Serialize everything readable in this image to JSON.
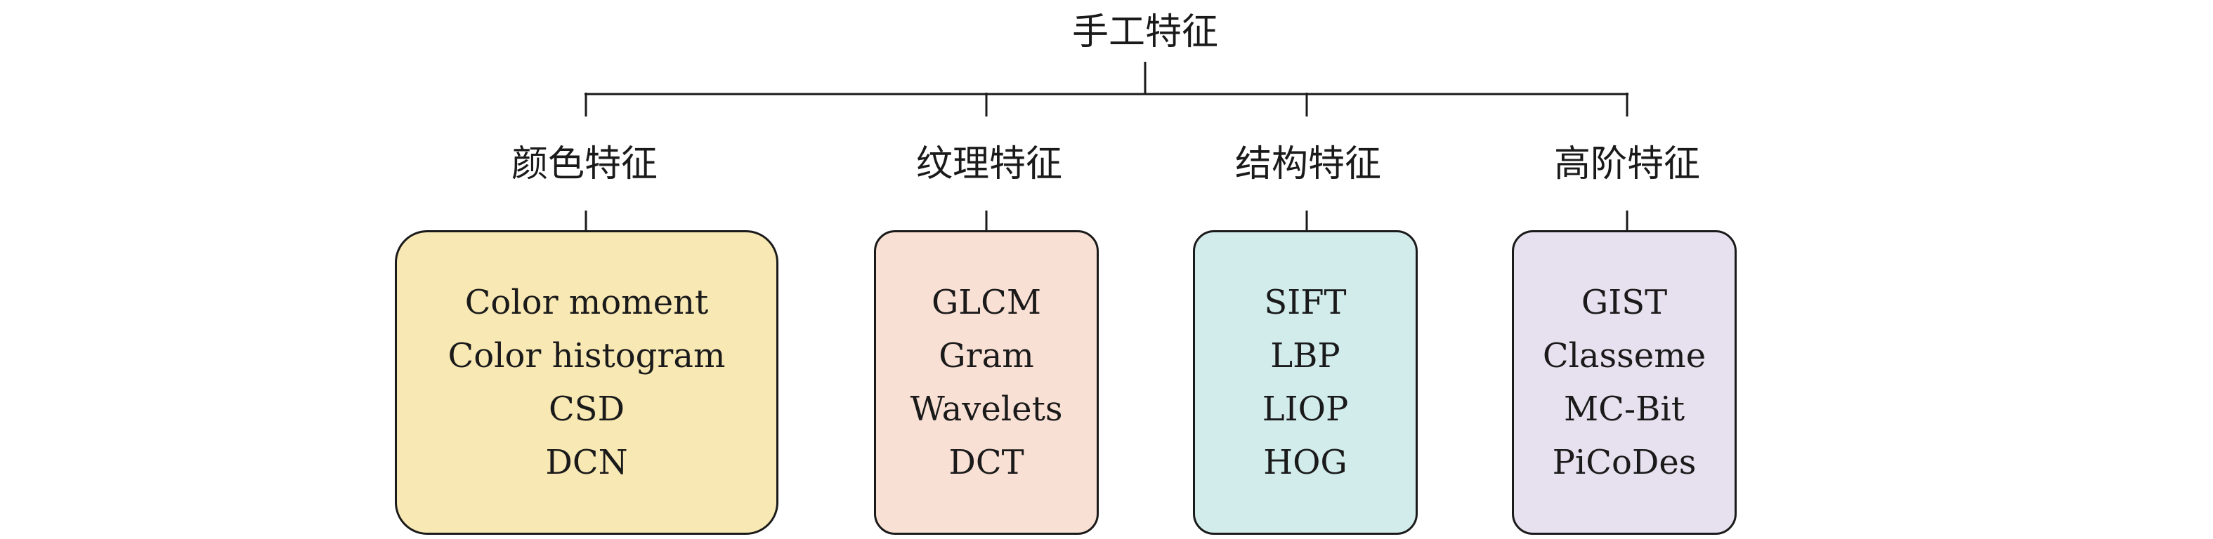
{
  "root": {
    "label": "手工特征"
  },
  "categories": [
    {
      "label": "颜色特征",
      "items": [
        "Color moment",
        "Color histogram",
        "CSD",
        "DCN"
      ],
      "color": "#f8e8b4"
    },
    {
      "label": "纹理特征",
      "items": [
        "GLCM",
        "Gram",
        "Wavelets",
        "DCT"
      ],
      "color": "#f9e0d4"
    },
    {
      "label": "结构特征",
      "items": [
        "SIFT",
        "LBP",
        "LIOP",
        "HOG"
      ],
      "color": "#d2ecec"
    },
    {
      "label": "高阶特征",
      "items": [
        "GIST",
        "Classeme",
        "MC-Bit",
        "PiCoDes"
      ],
      "color": "#e7e0ee"
    }
  ],
  "line_color": "#1a1a1a"
}
